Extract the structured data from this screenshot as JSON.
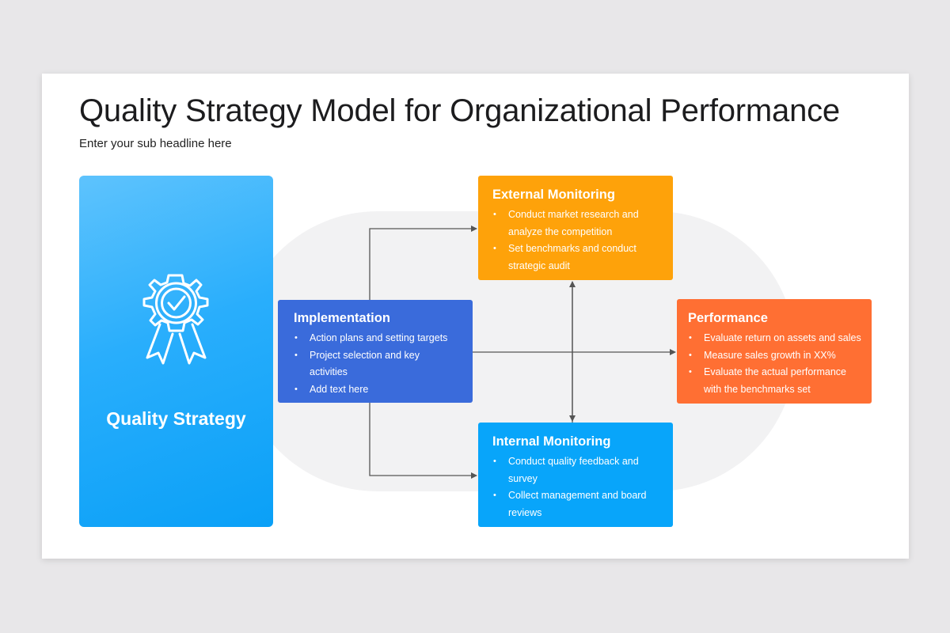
{
  "title": "Quality Strategy Model for Organizational Performance",
  "subtitle": "Enter your sub headline here",
  "quality_card": {
    "label": "Quality Strategy",
    "icon": "award-badge-gear-check-icon"
  },
  "boxes": {
    "external": {
      "title": "External Monitoring",
      "items": [
        "Conduct market research and",
        "analyze the competition",
        "Set benchmarks and conduct",
        "strategic audit"
      ],
      "color": "#fea20a"
    },
    "implementation": {
      "title": "Implementation",
      "items": [
        "Action plans and setting targets",
        "Project selection and key",
        "activities",
        "Add text here"
      ],
      "color": "#3a6bdb"
    },
    "performance": {
      "title": "Performance",
      "items": [
        "Evaluate return on assets and sales",
        "Measure sales growth in XX%",
        "Evaluate the actual performance",
        "with the benchmarks set"
      ],
      "color": "#ff6f33"
    },
    "internal": {
      "title": "Internal Monitoring",
      "items": [
        "Conduct quality feedback and",
        "survey",
        "Collect management and board",
        "reviews"
      ],
      "color": "#08a5fa"
    }
  },
  "colors": {
    "connector": "#555555",
    "background_shape": "#f2f2f3"
  }
}
